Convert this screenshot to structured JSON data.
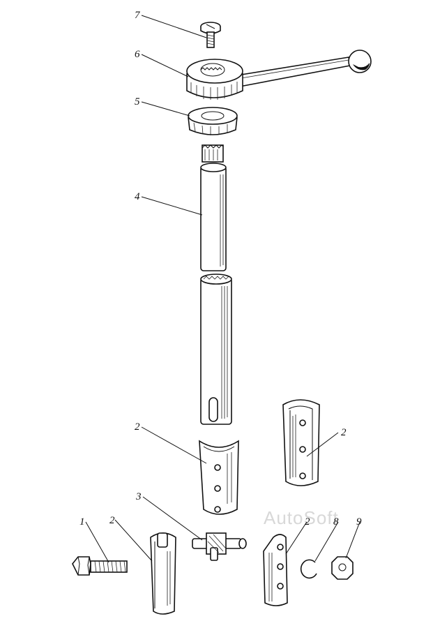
{
  "callouts": {
    "c1": "1",
    "c2a": "2",
    "c2b": "2",
    "c2c": "2",
    "c2d": "2",
    "c3": "3",
    "c4": "4",
    "c5": "5",
    "c6": "6",
    "c7": "7",
    "c8": "8",
    "c9": "9"
  },
  "watermark": "AutoSoft"
}
